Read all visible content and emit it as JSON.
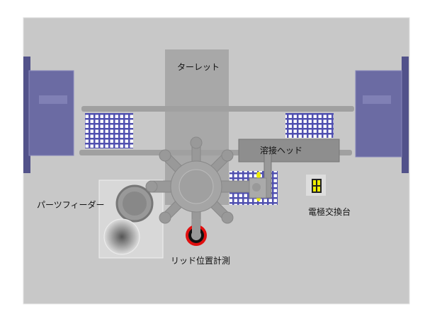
{
  "labels": {
    "turret": "ターレット",
    "welding_head": "溶接ヘッド",
    "parts_feeder": "パーツフィーダー",
    "electrode_exchange": "電極交換台",
    "lid_position_measure": "リッド位置計測"
  },
  "colors": {
    "panel": "#c8c8c8",
    "magazine": "#6b6ba3",
    "grid": "#5050b0",
    "sensor_ring": "#e01010",
    "electrode": "#ffff00"
  }
}
